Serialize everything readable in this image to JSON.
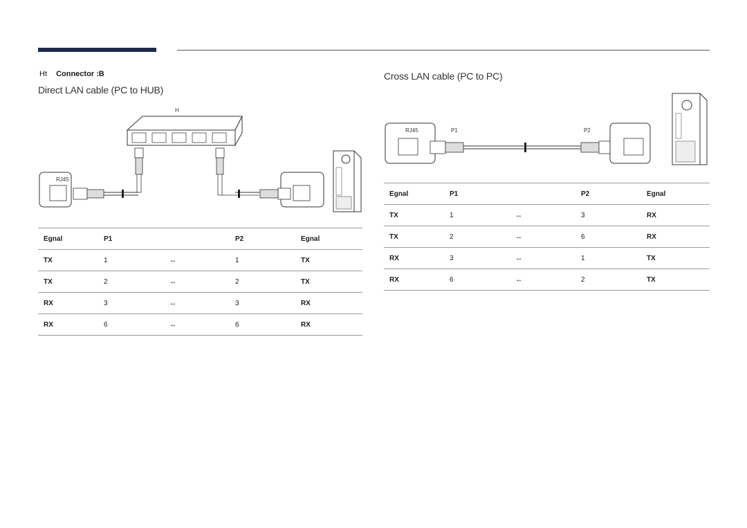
{
  "connector": {
    "prefix": "Ht",
    "label": "Connector :B"
  },
  "direct": {
    "title": "Direct LAN cable (PC to HUB)",
    "diagram_labels": {
      "hub": "H",
      "rj45": "RJ45"
    },
    "headers": [
      "Egnal",
      "P1",
      "",
      "P2",
      "Egnal"
    ],
    "rows": [
      [
        "TX",
        "1",
        "↔",
        "1",
        "TX"
      ],
      [
        "TX",
        "2",
        "↔",
        "2",
        "TX"
      ],
      [
        "RX",
        "3",
        "↔",
        "3",
        "RX"
      ],
      [
        "RX",
        "6",
        "↔",
        "6",
        "RX"
      ]
    ]
  },
  "cross": {
    "title": "Cross LAN cable (PC to PC)",
    "diagram_labels": {
      "rj45": "RJ45",
      "p1": "P1",
      "p2": "P2"
    },
    "headers": [
      "Egnal",
      "P1",
      "",
      "P2",
      "Egnal"
    ],
    "rows": [
      [
        "TX",
        "1",
        "↔",
        "3",
        "RX"
      ],
      [
        "TX",
        "2",
        "↔",
        "6",
        "RX"
      ],
      [
        "RX",
        "3",
        "↔",
        "1",
        "TX"
      ],
      [
        "RX",
        "6",
        "↔",
        "2",
        "TX"
      ]
    ]
  }
}
